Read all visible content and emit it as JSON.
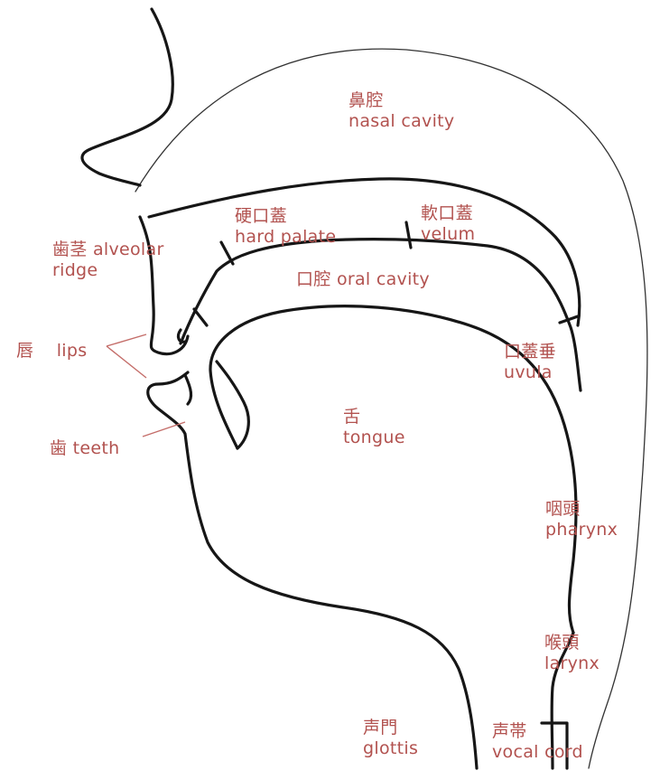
{
  "labels": {
    "nasal_cavity": {
      "zh": "鼻腔",
      "en": "nasal cavity"
    },
    "hard_palate": {
      "zh": "硬口蓋",
      "en": "hard palate"
    },
    "velum": {
      "zh": "軟口蓋",
      "en": "velum"
    },
    "alveolar_ridge": {
      "zh": "歯茎",
      "en": "alveolar",
      "en2": "ridge"
    },
    "oral_cavity": {
      "zh": "口腔",
      "en": "oral cavity"
    },
    "lips": {
      "zh": "唇",
      "en": "lips"
    },
    "uvula": {
      "zh": "口蓋垂",
      "en": "uvula"
    },
    "tongue": {
      "zh": "舌",
      "en": "tongue"
    },
    "teeth": {
      "zh": "歯",
      "en": "teeth"
    },
    "pharynx": {
      "zh": "咽頭",
      "en": "pharynx"
    },
    "larynx": {
      "zh": "喉頭",
      "en": "larynx"
    },
    "glottis": {
      "zh": "声門",
      "en": "glottis"
    },
    "vocal_cord": {
      "zh": "声帯",
      "en": "vocal cord"
    }
  },
  "colors": {
    "label": "#b2524f",
    "outline": "#161616",
    "leader": "#c46d69"
  }
}
